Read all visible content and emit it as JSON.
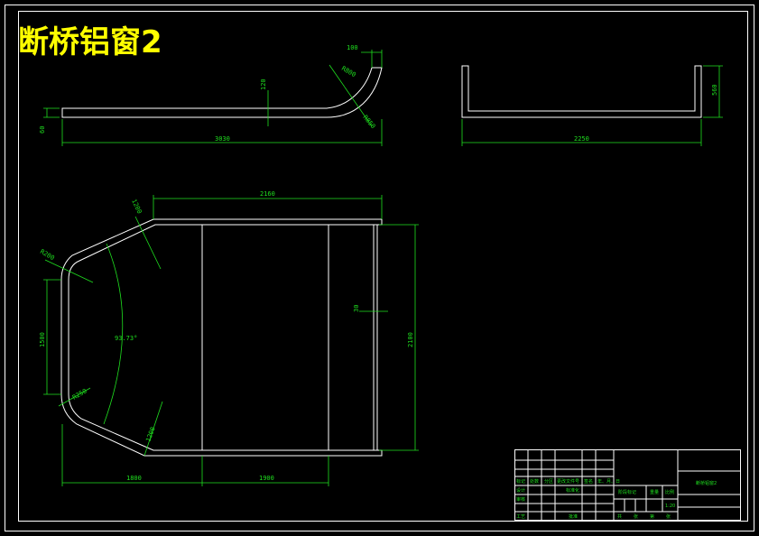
{
  "drawing_title": "断桥铝窗2",
  "colors": {
    "background": "#000000",
    "outline": "#ffffff",
    "dimension": "#1fe01f",
    "title": "#ffff00"
  },
  "dimensions": {
    "profile_length": "3030",
    "profile_height": "60",
    "profile_mid": "120",
    "profile_top": "100",
    "profile_r1": "R800",
    "profile_r2": "R850",
    "side_width": "2250",
    "side_height": "560",
    "plan_top_width": "2160",
    "plan_diag": "1200",
    "plan_r_top": "R200",
    "plan_left": "1500",
    "plan_angle": "93.73°",
    "plan_r_bottom": "R250",
    "plan_diag_bottom": "1200",
    "plan_bottom_left": "1800",
    "plan_bottom_mid": "1900",
    "plan_gap": "30",
    "plan_right_height": "2100"
  },
  "title_block": {
    "r1": [
      "标记",
      "处数",
      "分区",
      "更改文件号",
      "签名",
      "年、月、日"
    ],
    "r2": [
      "设计",
      "",
      "标准化"
    ],
    "r3": [
      "审核"
    ],
    "r4": [
      "工艺",
      "",
      "批准"
    ],
    "stage_labels": [
      "阶段标记",
      "重量",
      "比例"
    ],
    "scale": "1:20",
    "sheet_labels": [
      "共",
      "张",
      "第",
      "张"
    ],
    "drawing_name": "断桥铝窗2"
  }
}
